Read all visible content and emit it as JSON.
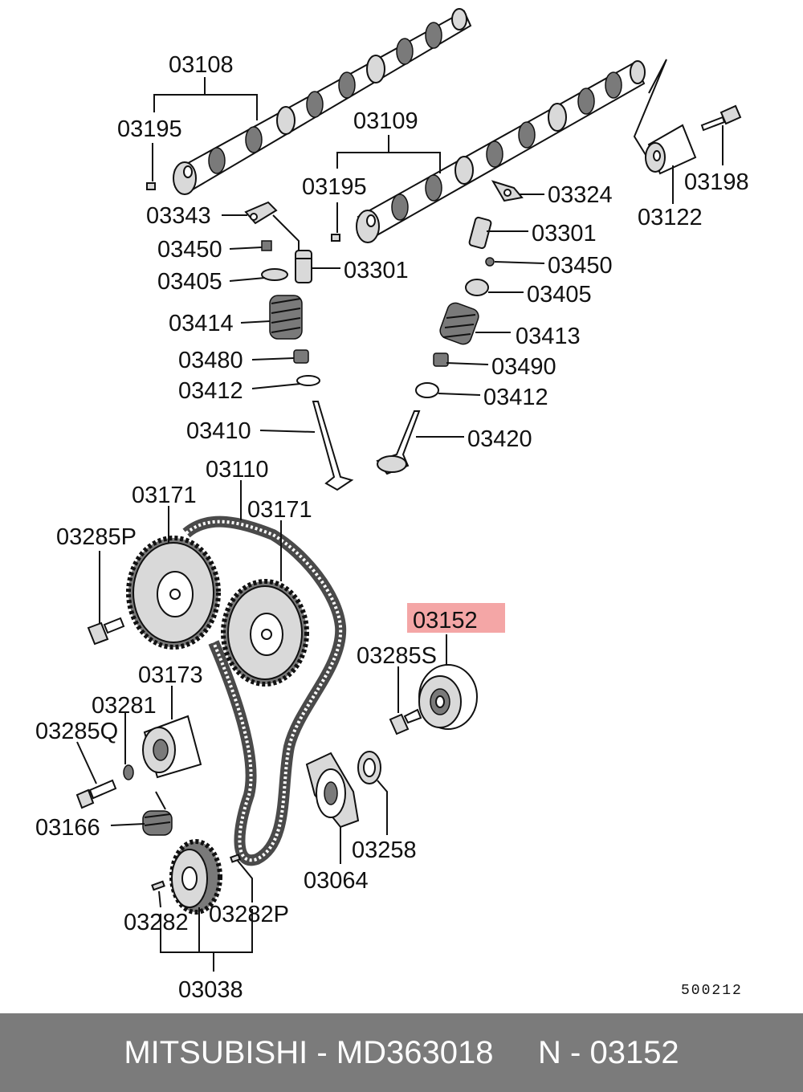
{
  "labels": {
    "p03108": "03108",
    "p03195a": "03195",
    "p03109": "03109",
    "p03195b": "03195",
    "p03343": "03343",
    "p03450a": "03450",
    "p03405a": "03405",
    "p03414": "03414",
    "p03480": "03480",
    "p03412a": "03412",
    "p03410": "03410",
    "p03301a": "03301",
    "p03324": "03324",
    "p03301b": "03301",
    "p03450b": "03450",
    "p03405b": "03405",
    "p03413": "03413",
    "p03490": "03490",
    "p03412b": "03412",
    "p03420": "03420",
    "p03198": "03198",
    "p03122": "03122",
    "p03110": "03110",
    "p03171a": "03171",
    "p03171b": "03171",
    "p03285P": "03285P",
    "p03152": "03152",
    "p03285S": "03285S",
    "p03173": "03173",
    "p03281": "03281",
    "p03285Q": "03285Q",
    "p03166": "03166",
    "p03258": "03258",
    "p03064": "03064",
    "p03282": "03282",
    "p03282P": "03282P",
    "p03038": "03038"
  },
  "diagram_code": "500212",
  "highlight_color": "#f4a6a6",
  "footer": {
    "text": "MITSUBISHI - MD363018     N - 03152"
  },
  "colors": {
    "footer_bg": "#7b7b7b",
    "footer_text": "#ffffff"
  }
}
